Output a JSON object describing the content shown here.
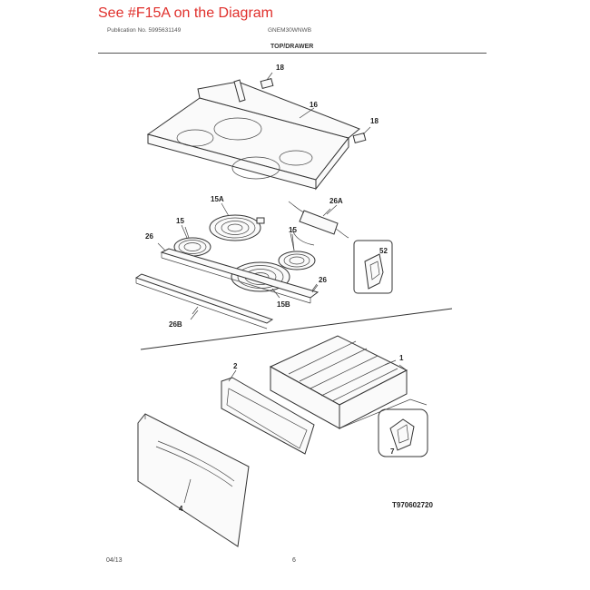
{
  "header": {
    "banner": "See #F15A on the Diagram",
    "publication": "Publication No. 5995631149",
    "model": "GNEM30WNWB",
    "section_title": "TOP/DRAWER"
  },
  "callouts": {
    "c18a": "18",
    "c16": "16",
    "c18b": "18",
    "c15a": "15A",
    "c26a": "26A",
    "c15": "15",
    "c26l": "26",
    "c15r": "15",
    "c52": "52",
    "c26r": "26",
    "c15b": "15B",
    "c26b": "26B",
    "c1": "1",
    "c2": "2",
    "c7": "7",
    "c4": "4"
  },
  "footer": {
    "drawing_code": "T970602720",
    "date": "04/13",
    "page_number": "6"
  }
}
